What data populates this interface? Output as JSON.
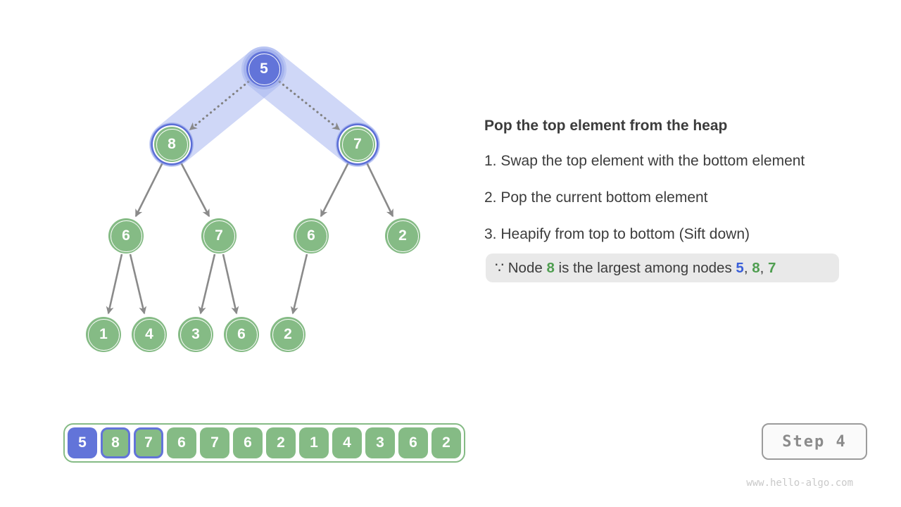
{
  "panel": {
    "title": "Pop the top element from the heap",
    "steps": [
      "1. Swap the top element with the bottom element",
      "2. Pop the current bottom element",
      "3. Heapify from top to bottom (Sift down)"
    ],
    "note": {
      "lead": "∵ Node ",
      "n8": "8",
      "mid": " is the largest among nodes ",
      "a": "5",
      "c1": ", ",
      "b": "8",
      "c2": ", ",
      "c": "7"
    }
  },
  "tree": {
    "nodes": [
      {
        "value": "5",
        "variant": "blue"
      },
      {
        "value": "8",
        "variant": "outlined"
      },
      {
        "value": "7",
        "variant": "outlined"
      },
      {
        "value": "6",
        "variant": "green"
      },
      {
        "value": "7",
        "variant": "green"
      },
      {
        "value": "6",
        "variant": "green"
      },
      {
        "value": "2",
        "variant": "green"
      },
      {
        "value": "1",
        "variant": "green"
      },
      {
        "value": "4",
        "variant": "green"
      },
      {
        "value": "3",
        "variant": "green"
      },
      {
        "value": "6",
        "variant": "green"
      },
      {
        "value": "2",
        "variant": "green"
      }
    ]
  },
  "array": {
    "items": [
      {
        "value": "5",
        "variant": "blue"
      },
      {
        "value": "8",
        "variant": "outlined"
      },
      {
        "value": "7",
        "variant": "outlined"
      },
      {
        "value": "6",
        "variant": "green"
      },
      {
        "value": "7",
        "variant": "green"
      },
      {
        "value": "6",
        "variant": "green"
      },
      {
        "value": "2",
        "variant": "green"
      },
      {
        "value": "1",
        "variant": "green"
      },
      {
        "value": "4",
        "variant": "green"
      },
      {
        "value": "3",
        "variant": "green"
      },
      {
        "value": "6",
        "variant": "green"
      },
      {
        "value": "2",
        "variant": "green"
      }
    ]
  },
  "step_button": {
    "label": "Step 4"
  },
  "watermark": "www.hello-algo.com",
  "colors": {
    "node_green": "#85bb85",
    "node_blue": "#6274d9",
    "highlight_ring_blue": "#5b6ed6",
    "highlight_band": "#ccd5f4",
    "edge_gray": "#8a8a8a",
    "note_bg": "#e9e9e9",
    "note_text_blue": "#3a5fd9",
    "note_text_green": "#4f9e50"
  }
}
